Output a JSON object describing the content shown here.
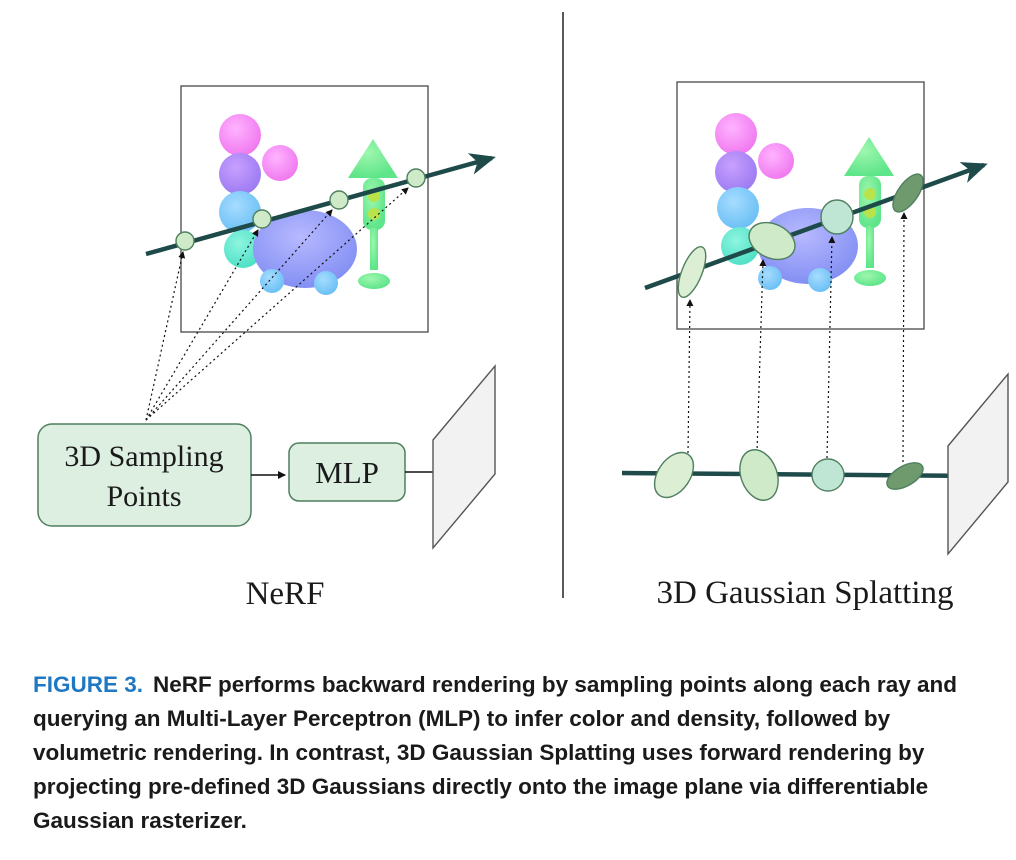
{
  "figure": {
    "left_panel": {
      "title": "NeRF",
      "sampling_box_line1": "3D Sampling",
      "sampling_box_line2": "Points",
      "mlp_box": "MLP"
    },
    "right_panel": {
      "title": "3D Gaussian Splatting"
    }
  },
  "caption": {
    "label": "FIGURE 3.",
    "text": "NeRF performs backward rendering by sampling points along each ray and querying an Multi-Layer Perceptron (MLP) to infer color and density, followed by volumetric rendering. In contrast, 3D Gaussian Splatting uses forward rendering by projecting pre-defined 3D Gaussians directly onto the image plane via differentiable Gaussian rasterizer."
  },
  "colors": {
    "caption_label": "#1f78c1",
    "ray": "#1f4a4a",
    "box_fill": "#dcefe0",
    "box_stroke": "#4f7f5f"
  }
}
